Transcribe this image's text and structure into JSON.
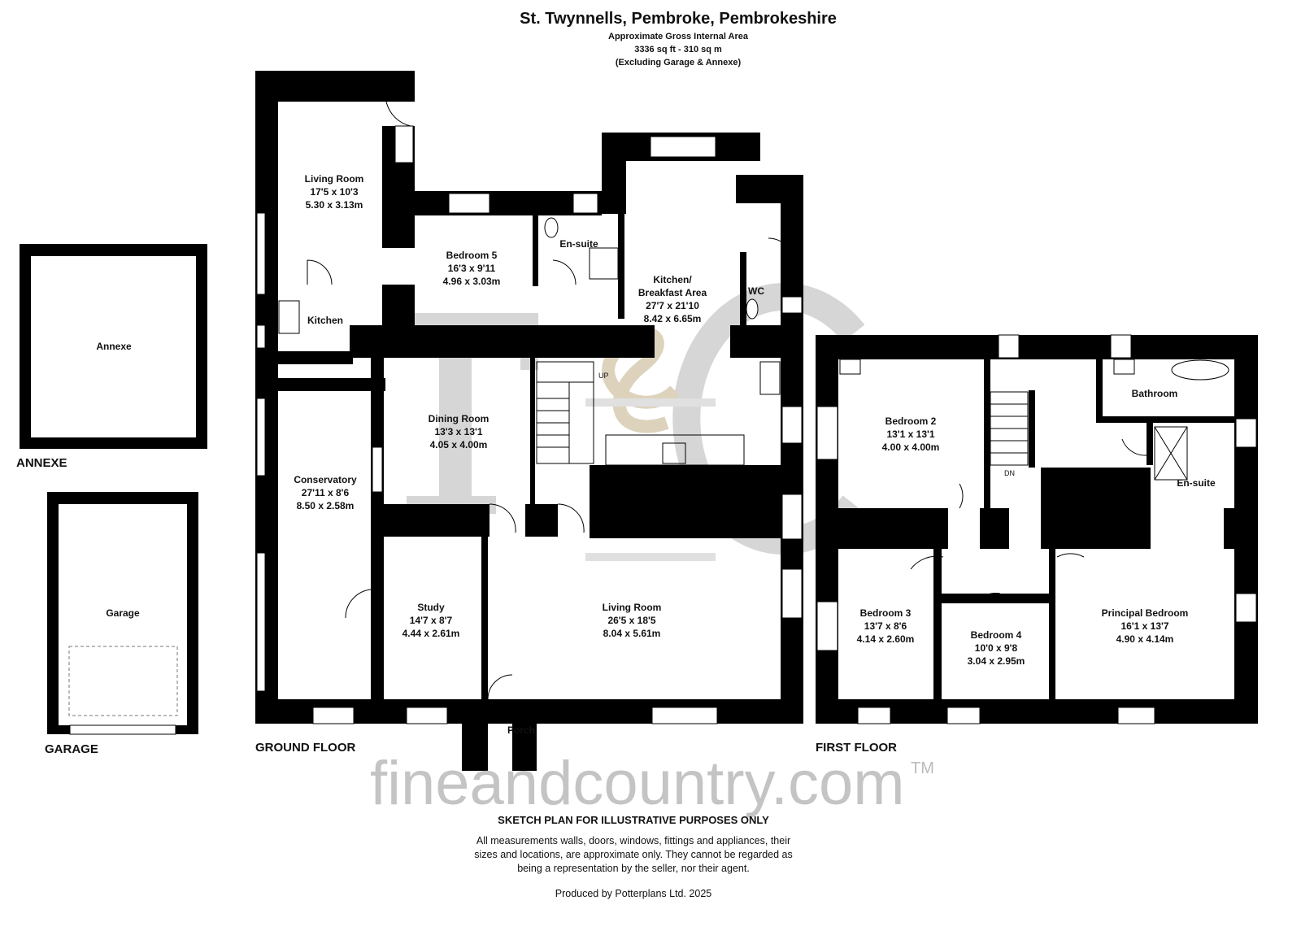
{
  "header": {
    "title": "St. Twynnells, Pembroke, Pembrokeshire",
    "subtitle": "Approximate Gross Internal Area",
    "area": "3336 sq ft - 310 sq m",
    "note": "(Excluding Garage & Annexe)"
  },
  "floors": {
    "annexe": "ANNEXE",
    "garage": "GARAGE",
    "ground": "GROUND FLOOR",
    "first": "FIRST FLOOR"
  },
  "rooms": {
    "annexe": {
      "name": "Annexe"
    },
    "garage": {
      "name": "Garage"
    },
    "living_room_top": {
      "name": "Living Room",
      "imperial": "17'5 x 10'3",
      "metric": "5.30 x 3.13m"
    },
    "bedroom5": {
      "name": "Bedroom 5",
      "imperial": "16'3 x 9'11",
      "metric": "4.96 x 3.03m"
    },
    "ensuite_ground": {
      "name": "En-suite"
    },
    "kitchen_breakfast": {
      "name": "Kitchen/",
      "name2": "Breakfast Area",
      "imperial": "27'7 x 21'10",
      "metric": "8.42 x 6.65m"
    },
    "wc": {
      "name": "WC"
    },
    "kitchen": {
      "name": "Kitchen"
    },
    "dining": {
      "name": "Dining Room",
      "imperial": "13'3 x 13'1",
      "metric": "4.05 x 4.00m"
    },
    "conservatory": {
      "name": "Conservatory",
      "imperial": "27'11 x 8'6",
      "metric": "8.50 x 2.58m"
    },
    "study": {
      "name": "Study",
      "imperial": "14'7 x 8'7",
      "metric": "4.44 x 2.61m"
    },
    "living_room": {
      "name": "Living Room",
      "imperial": "26'5 x 18'5",
      "metric": "8.04 x 5.61m"
    },
    "porch": {
      "name": "Porch"
    },
    "bedroom2": {
      "name": "Bedroom 2",
      "imperial": "13'1 x 13'1",
      "metric": "4.00 x 4.00m"
    },
    "bathroom": {
      "name": "Bathroom"
    },
    "ensuite_first": {
      "name": "En-suite"
    },
    "bedroom3": {
      "name": "Bedroom 3",
      "imperial": "13'7 x 8'6",
      "metric": "4.14 x 2.60m"
    },
    "bedroom4": {
      "name": "Bedroom 4",
      "imperial": "10'0 x 9'8",
      "metric": "3.04 x 2.95m"
    },
    "principal": {
      "name": "Principal Bedroom",
      "imperial": "16'1 x 13'7",
      "metric": "4.90 x 4.14m"
    }
  },
  "stairs": {
    "up": "UP",
    "down": "DN"
  },
  "watermark": {
    "text": "fineandcountry.com",
    "tm": "TM",
    "logo": "F&C"
  },
  "footer": {
    "heading": "SKETCH PLAN FOR ILLUSTRATIVE PURPOSES ONLY",
    "line1": "All measurements walls, doors, windows, fittings and appliances, their",
    "line2": "sizes and locations, are approximate only. They cannot be regarded as",
    "line3": "being a representation by the seller, nor their agent.",
    "producer": "Produced by Potterplans Ltd. 2025"
  }
}
